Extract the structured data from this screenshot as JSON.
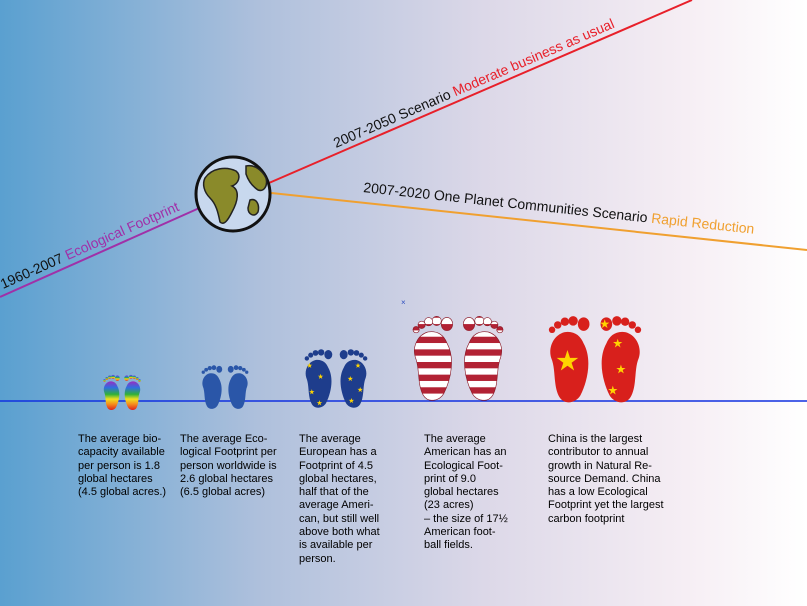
{
  "scenarios": {
    "historic": {
      "years": "1960-2007",
      "name": "Ecological Footprint",
      "color": "#a030a8"
    },
    "moderate": {
      "years": "2007-2050 Scenario",
      "name": "Moderate business as usual",
      "color": "#e8202a"
    },
    "rapid": {
      "years": "2007-2020 One Planet Communities Scenario",
      "name": "Rapid Reduction",
      "color": "#f0a030"
    }
  },
  "colors": {
    "baseline": "#1030e0",
    "globe_ocean": "#c8d8ee",
    "globe_land": "#8a8a2a",
    "eu_blue": "#1e3d8c",
    "eu_star": "#ffd400",
    "china_red": "#d8201c",
    "china_star": "#ffd400",
    "us_red": "#b22234",
    "us_blue": "#2a3070"
  },
  "footprints": [
    {
      "id": "biocapacity",
      "icon": "rainbow-footprints-icon",
      "lines": [
        "The average bio-",
        "capacity available",
        "per person is 1.8",
        "global hectares",
        "(4.5 global acres.)"
      ]
    },
    {
      "id": "worldwide",
      "icon": "world-map-footprints-icon",
      "lines": [
        "The average Eco-",
        "logical Footprint per",
        "person worldwide is",
        "2.6 global hectares",
        "(6.5 global acres)"
      ]
    },
    {
      "id": "european",
      "icon": "eu-flag-footprints-icon",
      "lines": [
        "The average",
        "European has a",
        "Footprint of 4.5",
        "global hectares,",
        "half that of the",
        "average Ameri-",
        "can, but still well",
        "above both what",
        "is available per",
        "person."
      ]
    },
    {
      "id": "american",
      "icon": "us-flag-footprints-icon",
      "lines": [
        "The average",
        "American has an",
        "Ecological Foot-",
        "print of 9.0",
        "global hectares",
        "(23 acres)",
        "– the size of 17½",
        "American foot-",
        "ball fields."
      ]
    },
    {
      "id": "china",
      "icon": "china-flag-footprints-icon",
      "lines": [
        "China is the largest",
        "contributor to annual",
        "growth in Natural Re-",
        "source Demand. China",
        "has a low Ecological",
        "Footprint yet the largest",
        "carbon footprint"
      ]
    }
  ]
}
